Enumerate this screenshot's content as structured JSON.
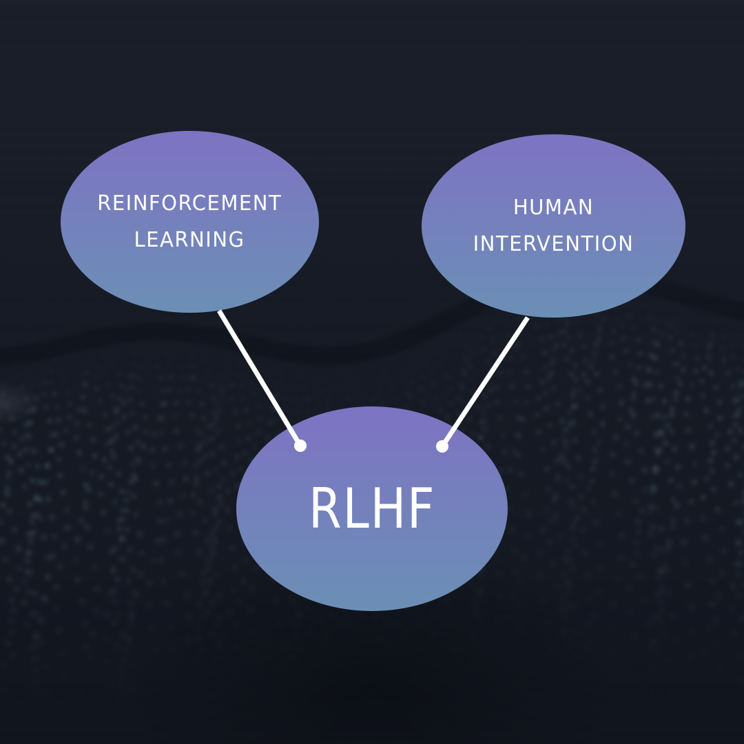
{
  "diagram": {
    "colors": {
      "background": "#161b25",
      "node_gradient_top": "#7e73c3",
      "node_gradient_bottom": "#6b8fb5",
      "text_color": "#ffffff",
      "connector_color": "#ffffff",
      "particle_dot_color_rgb": "104,130,140"
    },
    "nodes": [
      {
        "id": "reinforcement-learning",
        "line1": "REINFORCEMENT",
        "line2": "LEARNING"
      },
      {
        "id": "human-intervention",
        "line1": "HUMAN",
        "line2": "INTERVENTION"
      },
      {
        "id": "rlhf",
        "label": "RLHF"
      }
    ]
  }
}
